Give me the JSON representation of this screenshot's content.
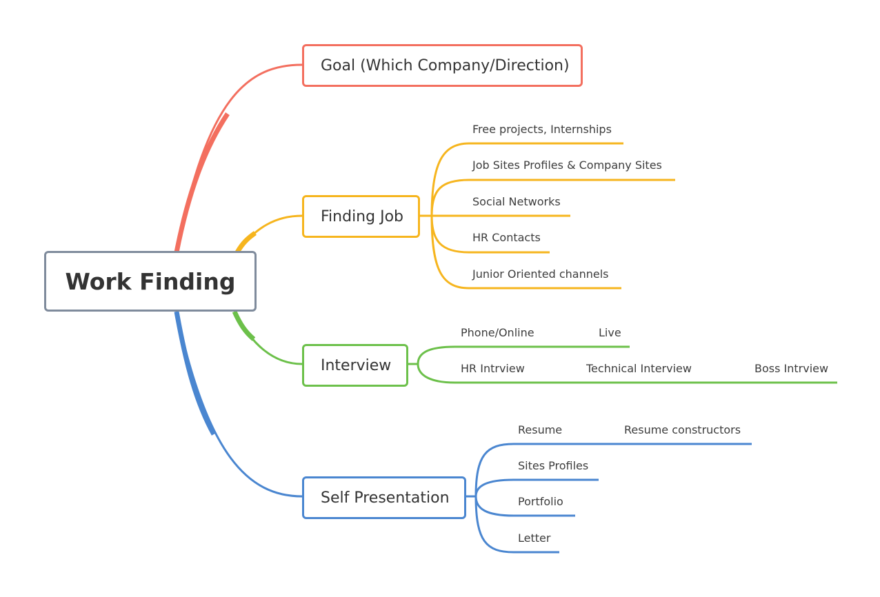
{
  "root": {
    "label": "Work Finding"
  },
  "colors": {
    "goal": "#f36f5f",
    "finding": "#f6b51e",
    "interview": "#6cc04a",
    "self": "#4a86d0",
    "root_border": "#7f8b9c"
  },
  "branches": {
    "goal": {
      "label": "Goal (Which Company/Direction)"
    },
    "finding": {
      "label": "Finding Job",
      "items": [
        "Free projects, Internships",
        "Job Sites  Profiles & Company Sites",
        "Social Networks",
        "HR Contacts",
        "Junior Oriented channels"
      ]
    },
    "interview": {
      "label": "Interview",
      "row1": [
        "Phone/Online",
        "Live"
      ],
      "row2": [
        "HR Intrview",
        "Technical Interview",
        "Boss Intrview"
      ]
    },
    "self": {
      "label": "Self Presentation",
      "items": [
        "Resume",
        "Sites Profiles",
        "Portfolio",
        "Letter"
      ],
      "resume_child": "Resume constructors"
    }
  }
}
